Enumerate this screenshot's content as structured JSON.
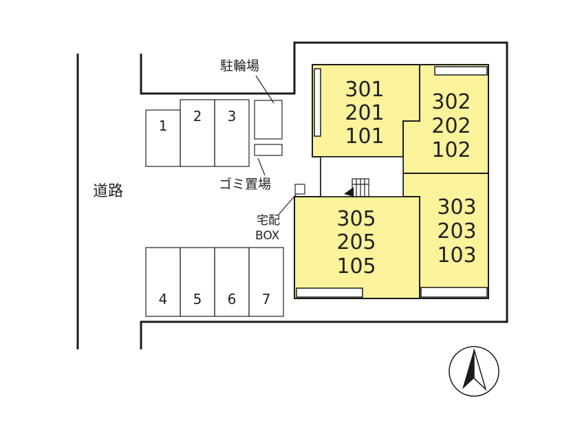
{
  "road_label": "道路",
  "bicycle_parking_label": "駐輪場",
  "garbage_label": "ゴミ置場",
  "delivery_box_label_line1": "宅配",
  "delivery_box_label_line2": "BOX",
  "parking_spaces": [
    "1",
    "2",
    "3",
    "4",
    "5",
    "6",
    "7"
  ],
  "units": {
    "block_a": [
      "301",
      "201",
      "101"
    ],
    "block_b": [
      "302",
      "202",
      "102"
    ],
    "block_c": [
      "305",
      "205",
      "105"
    ],
    "block_d": [
      "303",
      "203",
      "103"
    ]
  },
  "colors": {
    "building_fill": "#fbf39b",
    "line": "#1a1a1a",
    "background": "#ffffff"
  },
  "compass_icon": "north-arrow-icon"
}
